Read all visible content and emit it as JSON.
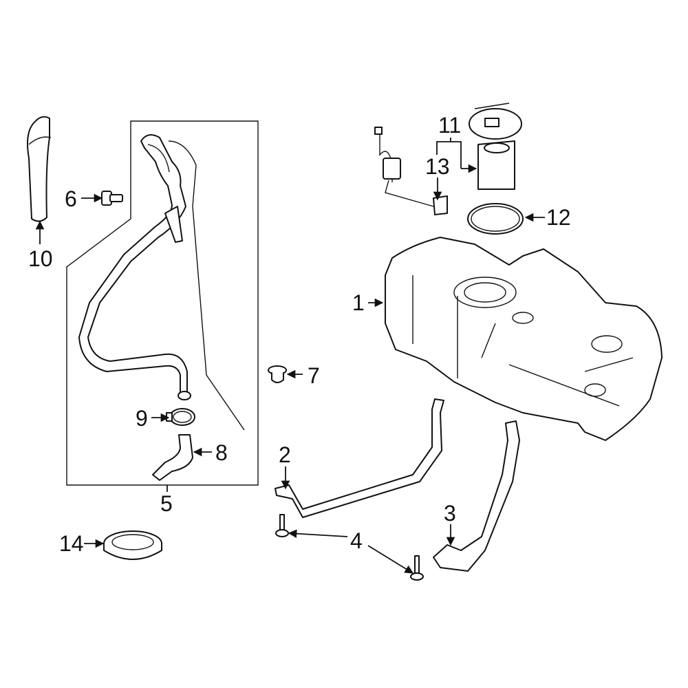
{
  "diagram": {
    "callouts": [
      {
        "number": "1",
        "part": "fuel-tank"
      },
      {
        "number": "2",
        "part": "front-tank-strap"
      },
      {
        "number": "3",
        "part": "rear-tank-strap"
      },
      {
        "number": "4",
        "part": "strap-bolt"
      },
      {
        "number": "5",
        "part": "filler-pipe-assembly"
      },
      {
        "number": "6",
        "part": "filler-pipe-screw"
      },
      {
        "number": "7",
        "part": "tank-fastener"
      },
      {
        "number": "8",
        "part": "filler-hose"
      },
      {
        "number": "9",
        "part": "hose-clamp"
      },
      {
        "number": "10",
        "part": "fuel-door-funnel"
      },
      {
        "number": "11",
        "part": "fuel-pump-module"
      },
      {
        "number": "12",
        "part": "pump-seal"
      },
      {
        "number": "13",
        "part": "fuel-level-sender"
      },
      {
        "number": "14",
        "part": "lock-ring"
      }
    ]
  }
}
